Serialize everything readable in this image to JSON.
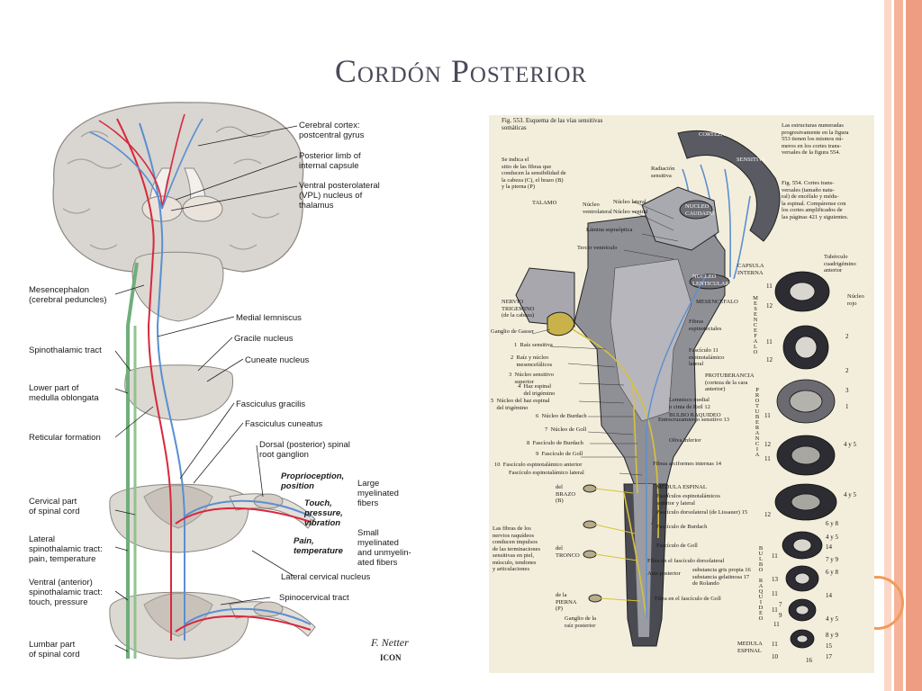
{
  "title": "Cordón Posterior",
  "colors": {
    "stripe_light": "#fbd7c8",
    "stripe_mid": "#f5b39a",
    "stripe_dark": "#ef9d82",
    "accent_ring": "#f29a5a",
    "fiber_red": "#d8283c",
    "fiber_blue": "#5a8fd0",
    "fiber_green": "#6fae7a",
    "fiber_yellow": "#d8c23a"
  },
  "left_diagram": {
    "labels": [
      "Cerebral cortex:\npostcentral gyrus",
      "Posterior limb of\ninternal capsule",
      "Ventral posterolateral\n(VPL) nucleus of\nthalamus",
      "Mesencephalon\n(cerebral peduncles)",
      "Medial lemniscus",
      "Gracile nucleus",
      "Spinothalamic tract",
      "Cuneate nucleus",
      "Lower part of\nmedulla oblongata",
      "Fasciculus gracilis",
      "Fasciculus cuneatus",
      "Reticular formation",
      "Dorsal (posterior) spinal\nroot ganglion",
      "Cervical part\nof spinal cord",
      "Large\nmyelinated\nfibers",
      "Small\nmyelinated\nand unmyelin-\nated fibers",
      "Lateral\nspinothalamic tract:\npain, temperature",
      "Lateral cervical nucleus",
      "Ventral (anterior)\nspinothalamic tract:\ntouch, pressure",
      "Spinocervical tract",
      "Lumbar part\nof spinal cord"
    ],
    "italic_labels": [
      "Proprioception,\nposition",
      "Touch,\npressure,\nvibration",
      "Pain,\ntemperature"
    ],
    "signature": "F. Netter",
    "mark": "ICON"
  },
  "right_diagram": {
    "caption_553": "Fig. 553. Esquema de las vías sensitivas\nsomáticas",
    "caption_554": "Fig. 554. Cortes trans-\nversales (tamaño natu-\nral) de encéfalo y médu-\nla espinal. Compárense con\nlos cortes amplificados de\nlas páginas 421 y siguientes.",
    "note_top": "Las estructuras numeradas\nprogresivamente en la figura\n553 tienen los mismos nú-\nmeros en los cortes trans-\nversales de la figura 554.",
    "note_left": "Se indica el\nsitio de las fibras que\nconducen la sensibilidad de\nla cabeza (C), el brazo (B)\ny la pierna (P)",
    "labels": [
      "Radiación\nsensitiva",
      "CORTEZA",
      "SENSITIVA",
      "TALAMO",
      "Núcleo\nventrolateral",
      "Núcleo lateral",
      "Núcleo ventral",
      "NUCLEO\nCAUDADO",
      "Lámina supraóptica",
      "Tercer ventrículo",
      "NUCLEO\nLENTICULAR",
      "CAPSULA\nINTERNA",
      "Tubérculo\ncuadrigémino\nanterior",
      "Núcleo\nrojo",
      "NERVIO\nTRIGEMINO\n(de la cabeza)",
      "Ganglio de Gasser",
      "MESENCEFALO",
      "Fibras\nespinotectales",
      "1  Raíz sensitiva",
      "2  Raíz y núcleo\n    mesencefálicos",
      "3  Núcleo sensitivo\n    superior",
      "4  Haz espinal\n    del trigémino",
      "5  Núcleo del haz espinal\n    del trigémino",
      "Fascículo 11\nespinotalámico\nlateral",
      "PROTUBERANCIA\n(corteza de la cara\nanterior)",
      "Lemnisco medial\no cinta de Reil 12",
      "BULBO RAQUIDEO",
      "6  Núcleo de Burdach",
      "Entrecruzamiento sensitivo 13",
      "7  Núcleo de Goll",
      "Oliva inferior",
      "8  Fascículo de Burdach",
      "9  Fascículo de Goll",
      "Fibras arciformes internas 14",
      "10  Fascículo espinotalámico anterior",
      "Fascículo espinotalámico lateral",
      "MEDULA ESPINAL",
      "Fascículos espinotalámicos\nanterior y lateral",
      "Fascículo dorsolateral (de Lissauer) 15",
      "Fascículo de Burdach",
      "Fascículo de Goll",
      "Fibra en el fascículo dorsolateral",
      "Asta posterior",
      "substancia gris propia 16\nsubstancia gelatinosa 17\nde Rolando",
      "Fibra en el fascículo de Goll",
      "del\nBRAZO\n(B)",
      "del\nTRONCO",
      "de la\nPIERNA\n(P)",
      "Las fibras de los\nnervios raquídeos\nconducen impulsos\nde las terminaciones\nsensitivas en piel,\nmúsculo, tendones\ny articulaciones",
      "Ganglio de la\nraíz posterior",
      "MEDULA\nESPINAL"
    ],
    "vertical_labels": [
      "MESENCEFALO",
      "PROTUBERANCIA",
      "BULBO RAQUIDEO"
    ],
    "section_numbers": [
      "11",
      "12",
      "2",
      "11",
      "12",
      "2",
      "3",
      "1",
      "11",
      "12",
      "4 y 5",
      "11",
      "12",
      "4 y 5",
      "6 y 8",
      "4 y 5",
      "14",
      "11",
      "7 y 9",
      "6 y 8",
      "13",
      "11",
      "14",
      "11",
      "7",
      "9",
      "11",
      "4 y 5",
      "8 y 9",
      "11",
      "15",
      "10",
      "16",
      "17"
    ]
  }
}
